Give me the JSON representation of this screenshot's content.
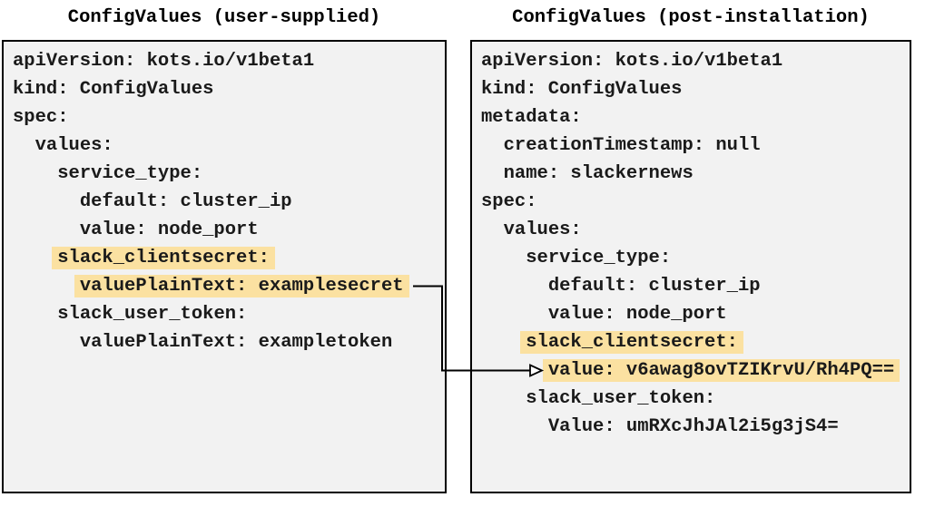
{
  "left_panel": {
    "title": "ConfigValues (user-supplied)",
    "lines": [
      {
        "text": "apiVersion: kots.io/v1beta1",
        "highlight": false
      },
      {
        "text": "kind: ConfigValues",
        "highlight": false
      },
      {
        "text": "spec:",
        "highlight": false
      },
      {
        "text": "  values:",
        "highlight": false
      },
      {
        "text": "    service_type:",
        "highlight": false
      },
      {
        "text": "      default: cluster_ip",
        "highlight": false
      },
      {
        "text": "      value: node_port",
        "highlight": false
      },
      {
        "text": "    slack_clientsecret:",
        "highlight": true
      },
      {
        "text": "      valuePlainText: examplesecret",
        "highlight": true
      },
      {
        "text": "    slack_user_token:",
        "highlight": false
      },
      {
        "text": "      valuePlainText: exampletoken",
        "highlight": false
      }
    ]
  },
  "right_panel": {
    "title": "ConfigValues (post-installation)",
    "lines": [
      {
        "text": "apiVersion: kots.io/v1beta1",
        "highlight": false
      },
      {
        "text": "kind: ConfigValues",
        "highlight": false
      },
      {
        "text": "metadata:",
        "highlight": false
      },
      {
        "text": "  creationTimestamp: null",
        "highlight": false
      },
      {
        "text": "  name: slackernews",
        "highlight": false
      },
      {
        "text": "spec:",
        "highlight": false
      },
      {
        "text": "  values:",
        "highlight": false
      },
      {
        "text": "    service_type:",
        "highlight": false
      },
      {
        "text": "      default: cluster_ip",
        "highlight": false
      },
      {
        "text": "      value: node_port",
        "highlight": false
      },
      {
        "text": "    slack_clientsecret:",
        "highlight": true
      },
      {
        "text": "      value: v6awag8ovTZIKrvU/Rh4PQ==",
        "highlight": true
      },
      {
        "text": "    slack_user_token:",
        "highlight": false
      },
      {
        "text": "      Value: umRXcJhJAl2i5g3jS4=",
        "highlight": false
      }
    ]
  },
  "connector": {
    "from_text": "valuePlainText: examplesecret",
    "to_text": "value: v6awag8ovTZIKrvU/Rh4PQ==",
    "direction": "left-to-right"
  },
  "colors": {
    "highlight": "#fbe1a1",
    "panel_background": "#f2f2f2",
    "panel_border": "#000000",
    "text": "#1a1a1a",
    "arrow": "#000000"
  }
}
